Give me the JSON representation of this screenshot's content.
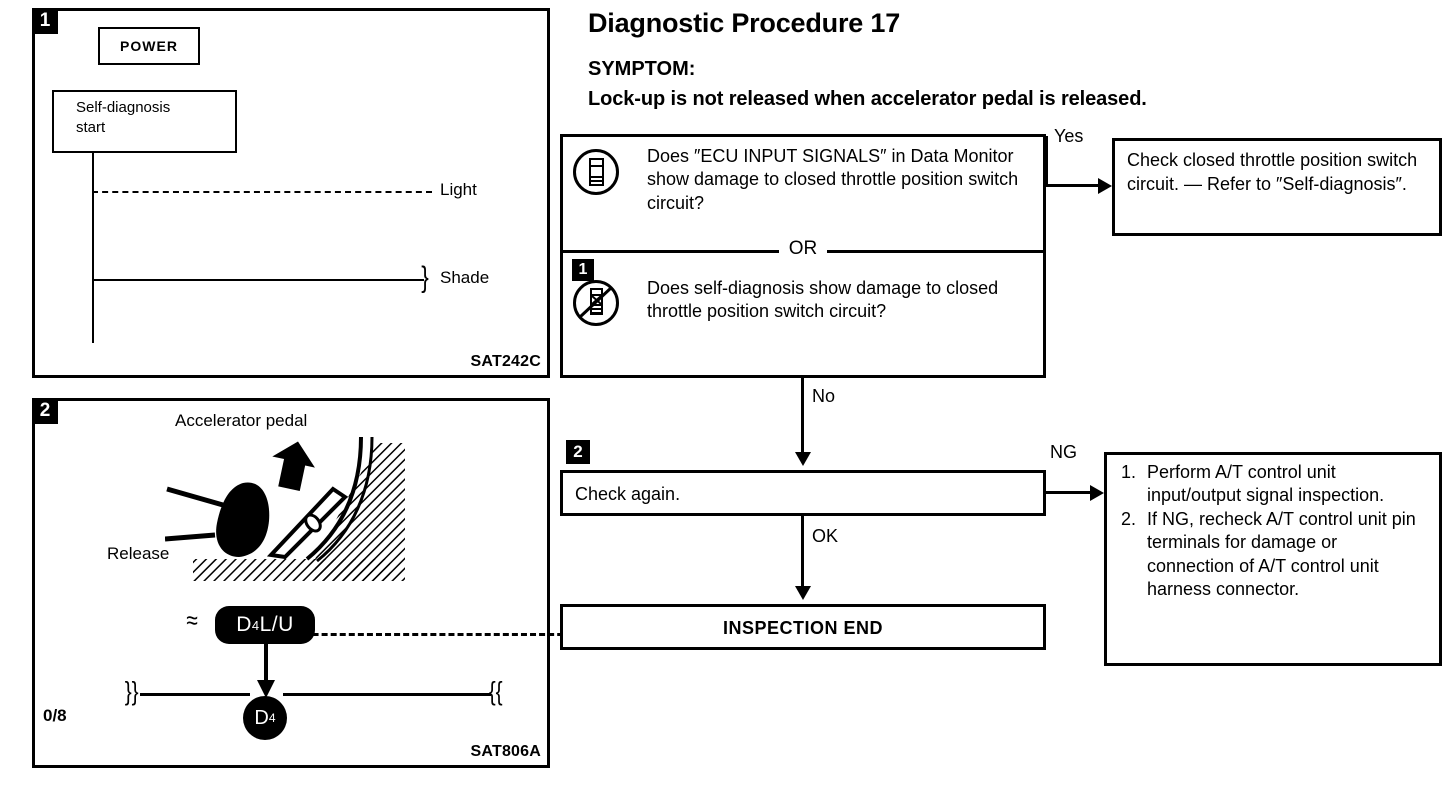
{
  "header": {
    "title": "Diagnostic Procedure 17",
    "symptom_label": "SYMPTOM:",
    "symptom_text": "Lock-up is not released when accelerator pedal is released."
  },
  "panels": [
    {
      "badge": "1",
      "caption_code": "SAT242C",
      "power_label": "POWER",
      "self_diagnosis_label": "Self-diagnosis\nstart",
      "light_label": "Light",
      "shade_label": "Shade"
    },
    {
      "badge": "2",
      "caption_code": "SAT806A",
      "accelerator_label": "Accelerator  pedal",
      "release_label": "Release",
      "lockup_badge": "D4 L/U",
      "lockup_badge_main": "D",
      "lockup_badge_sub": "4",
      "lockup_badge_tail": " L/U",
      "gear_circle_main": "D",
      "gear_circle_sub": "4",
      "throttle_label": "0/8"
    }
  ],
  "flowchart": {
    "decision": {
      "upper_text": "Does ″ECU INPUT SIGNALS″ in Data Monitor show damage to closed throttle position switch circuit?",
      "or_label": "OR",
      "lower_badge": "1",
      "lower_text": "Does self-diagnosis show damage to closed throttle position switch circuit?",
      "upper_icon": "scan-tool-icon",
      "lower_icon": "no-scan-tool-icon"
    },
    "yes_label": "Yes",
    "no_label": "No",
    "ok_label": "OK",
    "ng_label": "NG",
    "yes_result_text": "Check closed throttle position switch circuit. — Refer to ″Self-diagnosis″.",
    "check_again_badge": "2",
    "check_again_text": "Check again.",
    "inspection_end_text": "INSPECTION END",
    "ng_result_items": [
      {
        "num": "1.",
        "text": "Perform A/T control unit input/output signal inspection."
      },
      {
        "num": "2.",
        "text": "If NG, recheck A/T control unit pin terminals for damage or connection of A/T control unit harness connector."
      }
    ]
  }
}
